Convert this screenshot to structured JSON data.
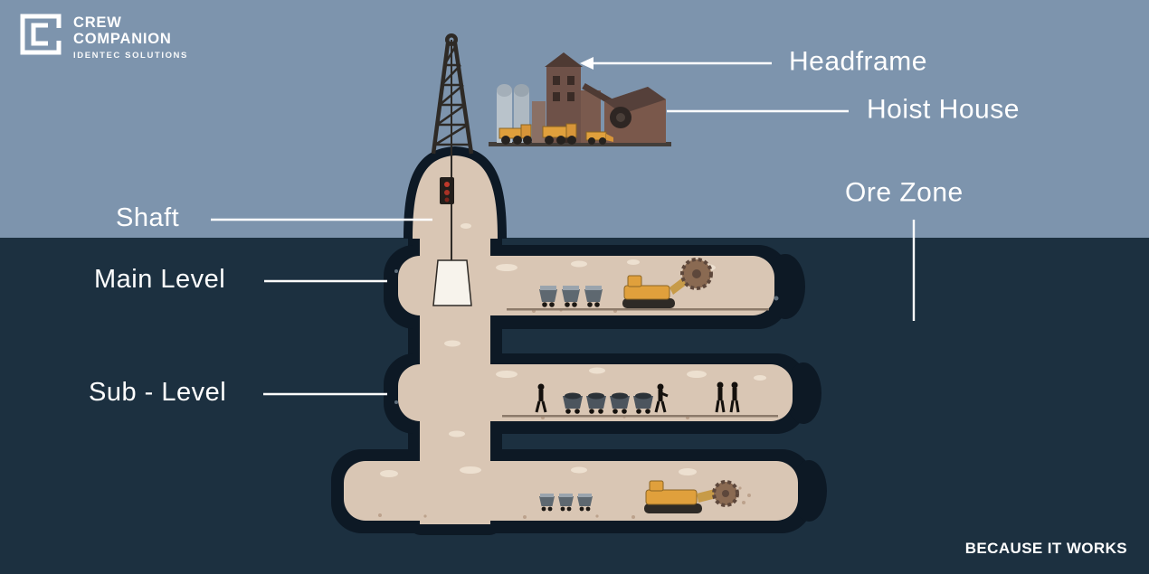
{
  "brand": {
    "line1": "CREW",
    "line2": "COMPANION",
    "subtitle": "IDENTEC SOLUTIONS"
  },
  "diagram": {
    "title_implicit": "Underground mine cross-section",
    "labels": {
      "headframe": "Headframe",
      "hoist_house": "Hoist House",
      "ore_zone": "Ore Zone",
      "shaft": "Shaft",
      "main_level": "Main Level",
      "sub_level": "Sub - Level"
    }
  },
  "footer": {
    "tagline": "BECAUSE IT WORKS"
  },
  "colors": {
    "sky": "#7D94AD",
    "underground": "#1C3040",
    "cave_dark": "#0D1925",
    "tunnel_tan": "#D9C6B4",
    "tunnel_highlight": "#EDE0D0",
    "machine_yellow": "#E0A03C",
    "building_brown": "#6E5148",
    "silo_gray": "#B9C3CB",
    "leader_line": "#FFFFFF"
  }
}
